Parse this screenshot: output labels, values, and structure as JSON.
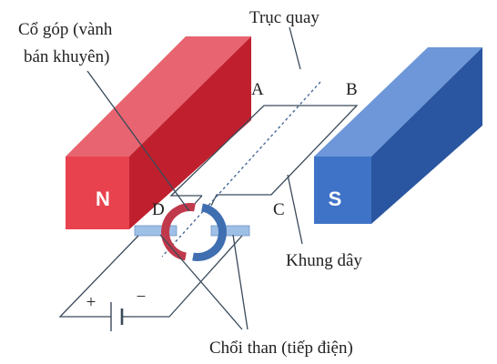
{
  "labels": {
    "commutator_line1": "Cổ góp (vành",
    "commutator_line2": "bán khuyên)",
    "axis": "Trục quay",
    "coil": "Khung dây",
    "brushes": "Chổi than (tiếp điện)"
  },
  "points": {
    "a": "A",
    "b": "B",
    "c": "C",
    "d": "D"
  },
  "poles": {
    "north": "N",
    "south": "S"
  },
  "battery": {
    "plus": "+",
    "minus": "−"
  },
  "colors": {
    "north_front": "#e8424f",
    "north_top": "#e86470",
    "north_side": "#c0202e",
    "south_front": "#3f73c7",
    "south_top": "#6d97d8",
    "south_side": "#2a55a0",
    "commutator_half_1": "#c0394b",
    "commutator_half_2": "#3f6fb0",
    "brush": "#9fc0e6"
  }
}
